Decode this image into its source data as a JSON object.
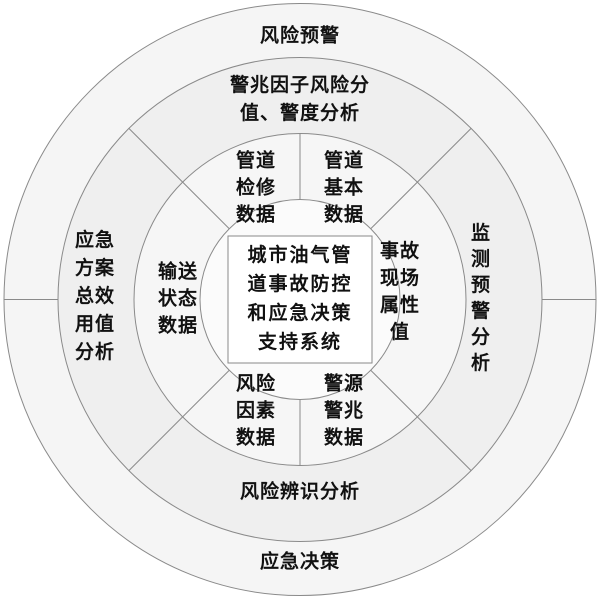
{
  "diagram": {
    "title": "城市油气管道事故防控和应急决策支持系统",
    "center_box": "城市油气管\n道事故防控\n和应急决策\n支持系统",
    "outer_ring": {
      "top": "风险预警",
      "bottom": "应急决策"
    },
    "middle_ring": {
      "top": "警兆因子风险分\n值、警度分析",
      "right": "监\n测\n预\n警\n分\n析",
      "bottom": "风险辨识分析",
      "left": "应急\n方案\n总效\n用值\n分析"
    },
    "inner_ring": {
      "top_left": "管道\n检修\n数据",
      "top_right": "管道\n基本\n数据",
      "right": "事故\n现场\n属性\n值",
      "bottom_right": "警源\n警兆\n数据",
      "bottom_left": "风险\n因素\n数据",
      "left": "输送\n状态\n数据"
    },
    "colors": {
      "stroke": "#8a8a8a",
      "text": "#111111"
    }
  }
}
